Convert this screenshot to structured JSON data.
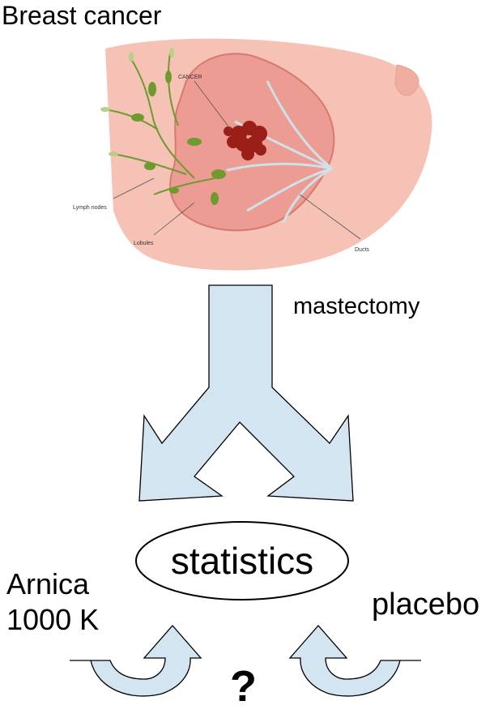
{
  "title": "Breast cancer",
  "illustration": {
    "labels": {
      "cancer": "CANCER",
      "lymph_nodes": "Lymph nodes",
      "lobules": "Lobules",
      "ducts": "Ducts"
    }
  },
  "flow": {
    "procedure": "mastectomy",
    "center": "statistics",
    "left_group_line1": "Arnica",
    "left_group_line2": "1000 K",
    "right_group": "placebo",
    "question": "?"
  },
  "colors": {
    "arrow_fill": "#d4e5f2",
    "outline": "#000000",
    "skin": "#f6c2b6",
    "lobule": "#ec9c93",
    "tumor": "#9a1f18",
    "lymph": "#6f9a2d"
  }
}
